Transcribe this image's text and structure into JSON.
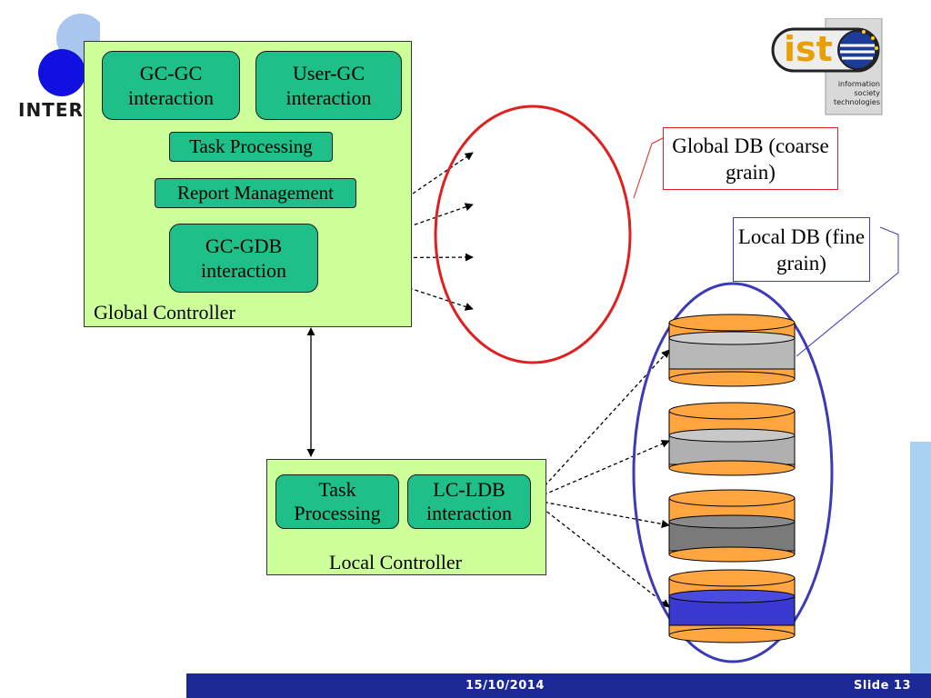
{
  "header": {
    "logo_left_text": "INTER",
    "logo_right": {
      "word": "ist",
      "lines": [
        "information",
        "society",
        "technologies"
      ]
    }
  },
  "global_controller": {
    "label": "Global Controller",
    "boxes": {
      "gc_gc": "GC-GC interaction",
      "user_gc": "User-GC interaction",
      "task_processing": "Task Processing",
      "report_management": "Report Management",
      "gc_gdb": "GC-GDB interaction"
    }
  },
  "local_controller": {
    "label": "Local Controller",
    "boxes": {
      "task_processing": "Task Processing",
      "lc_ldb": "LC-LDB interaction"
    }
  },
  "callouts": {
    "global_db": "Global DB (coarse grain)",
    "local_db": "Local DB (fine grain)"
  },
  "colors": {
    "panel": "#ccff99",
    "box": "#1fbf8a",
    "global_ellipse": "#e02020",
    "local_ellipse": "#3b3bb8",
    "footer": "#1c2896",
    "db_orange": "#ffa640",
    "db_light_gray": "#b8b8b8",
    "db_gray": "#b0b0b0",
    "db_dark_gray": "#7a7a7a",
    "db_blue": "#3a3ad0"
  },
  "footer": {
    "date": "15/10/2014",
    "slide": "Slide 13"
  }
}
